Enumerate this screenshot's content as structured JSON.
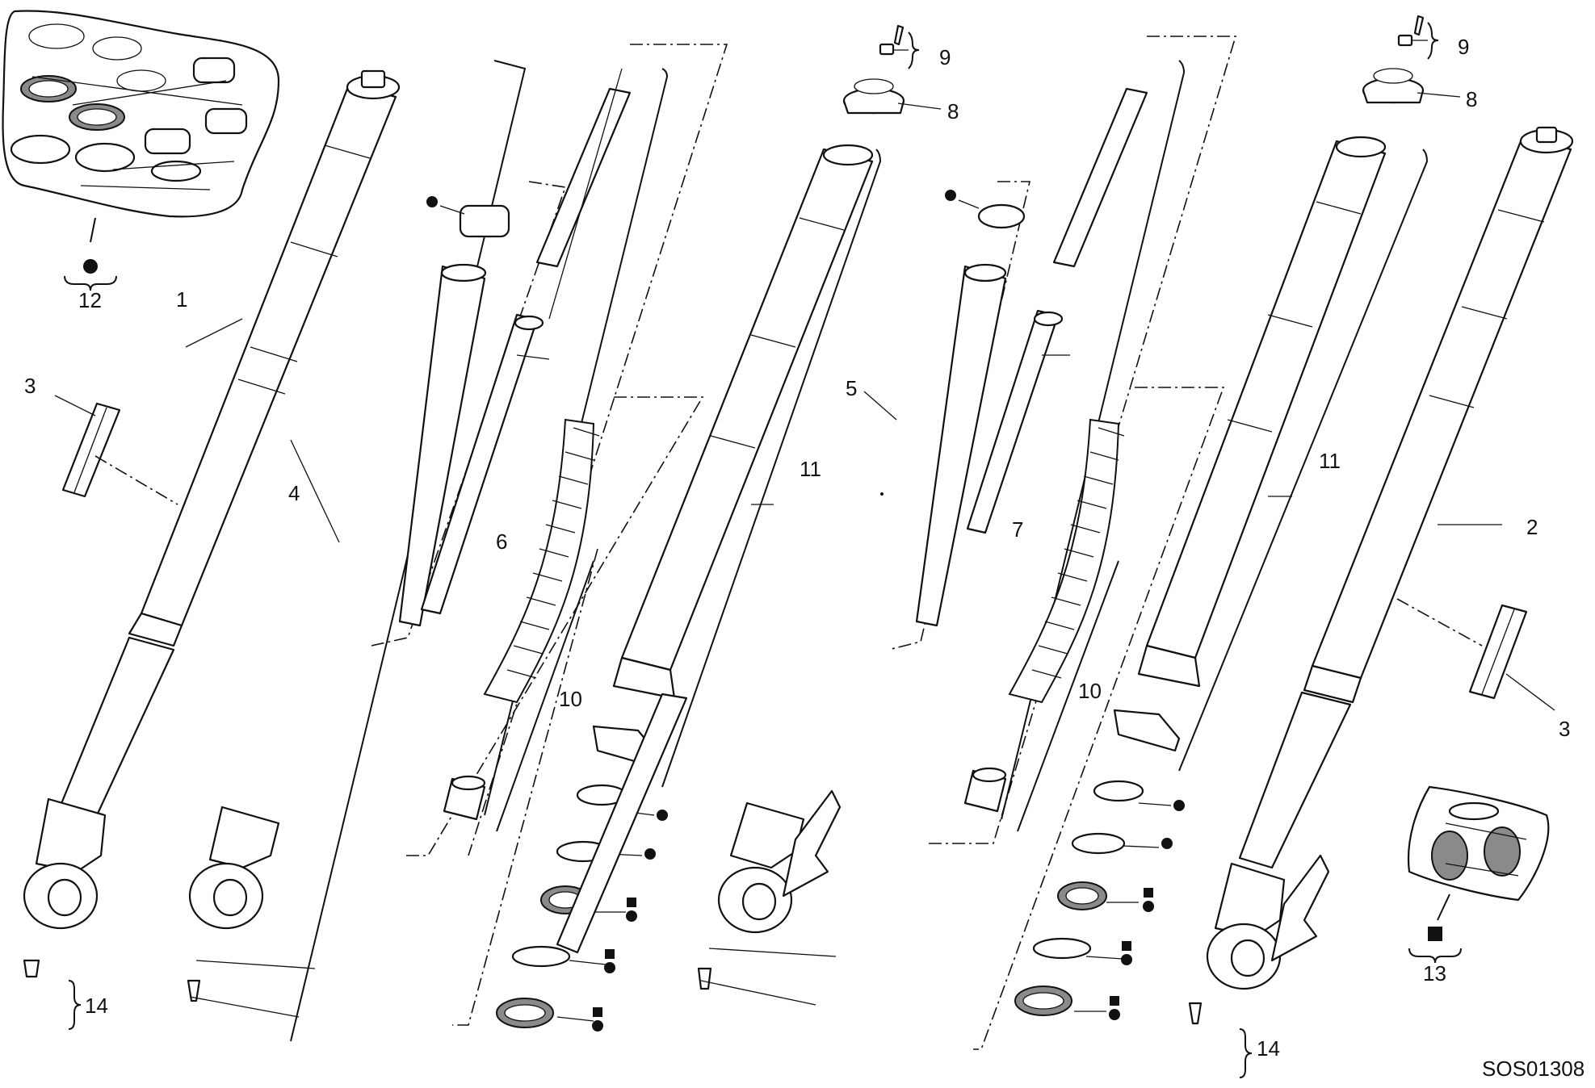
{
  "labels": {
    "l1": "1",
    "l2": "2",
    "l3a": "3",
    "l3b": "3",
    "l4": "4",
    "l5": "5",
    "l6": "6",
    "l7": "7",
    "l8a": "8",
    "l8b": "8",
    "l9a": "9",
    "l9b": "9",
    "l10a": "10",
    "l10b": "10",
    "l11a": "11",
    "l11b": "11",
    "l12": "12",
    "l13": "13",
    "l14a": "14",
    "l14b": "14"
  },
  "drawing_code": "SOS01308",
  "symbols": {
    "kit_circle": "filled-circle",
    "kit_square": "filled-square"
  }
}
